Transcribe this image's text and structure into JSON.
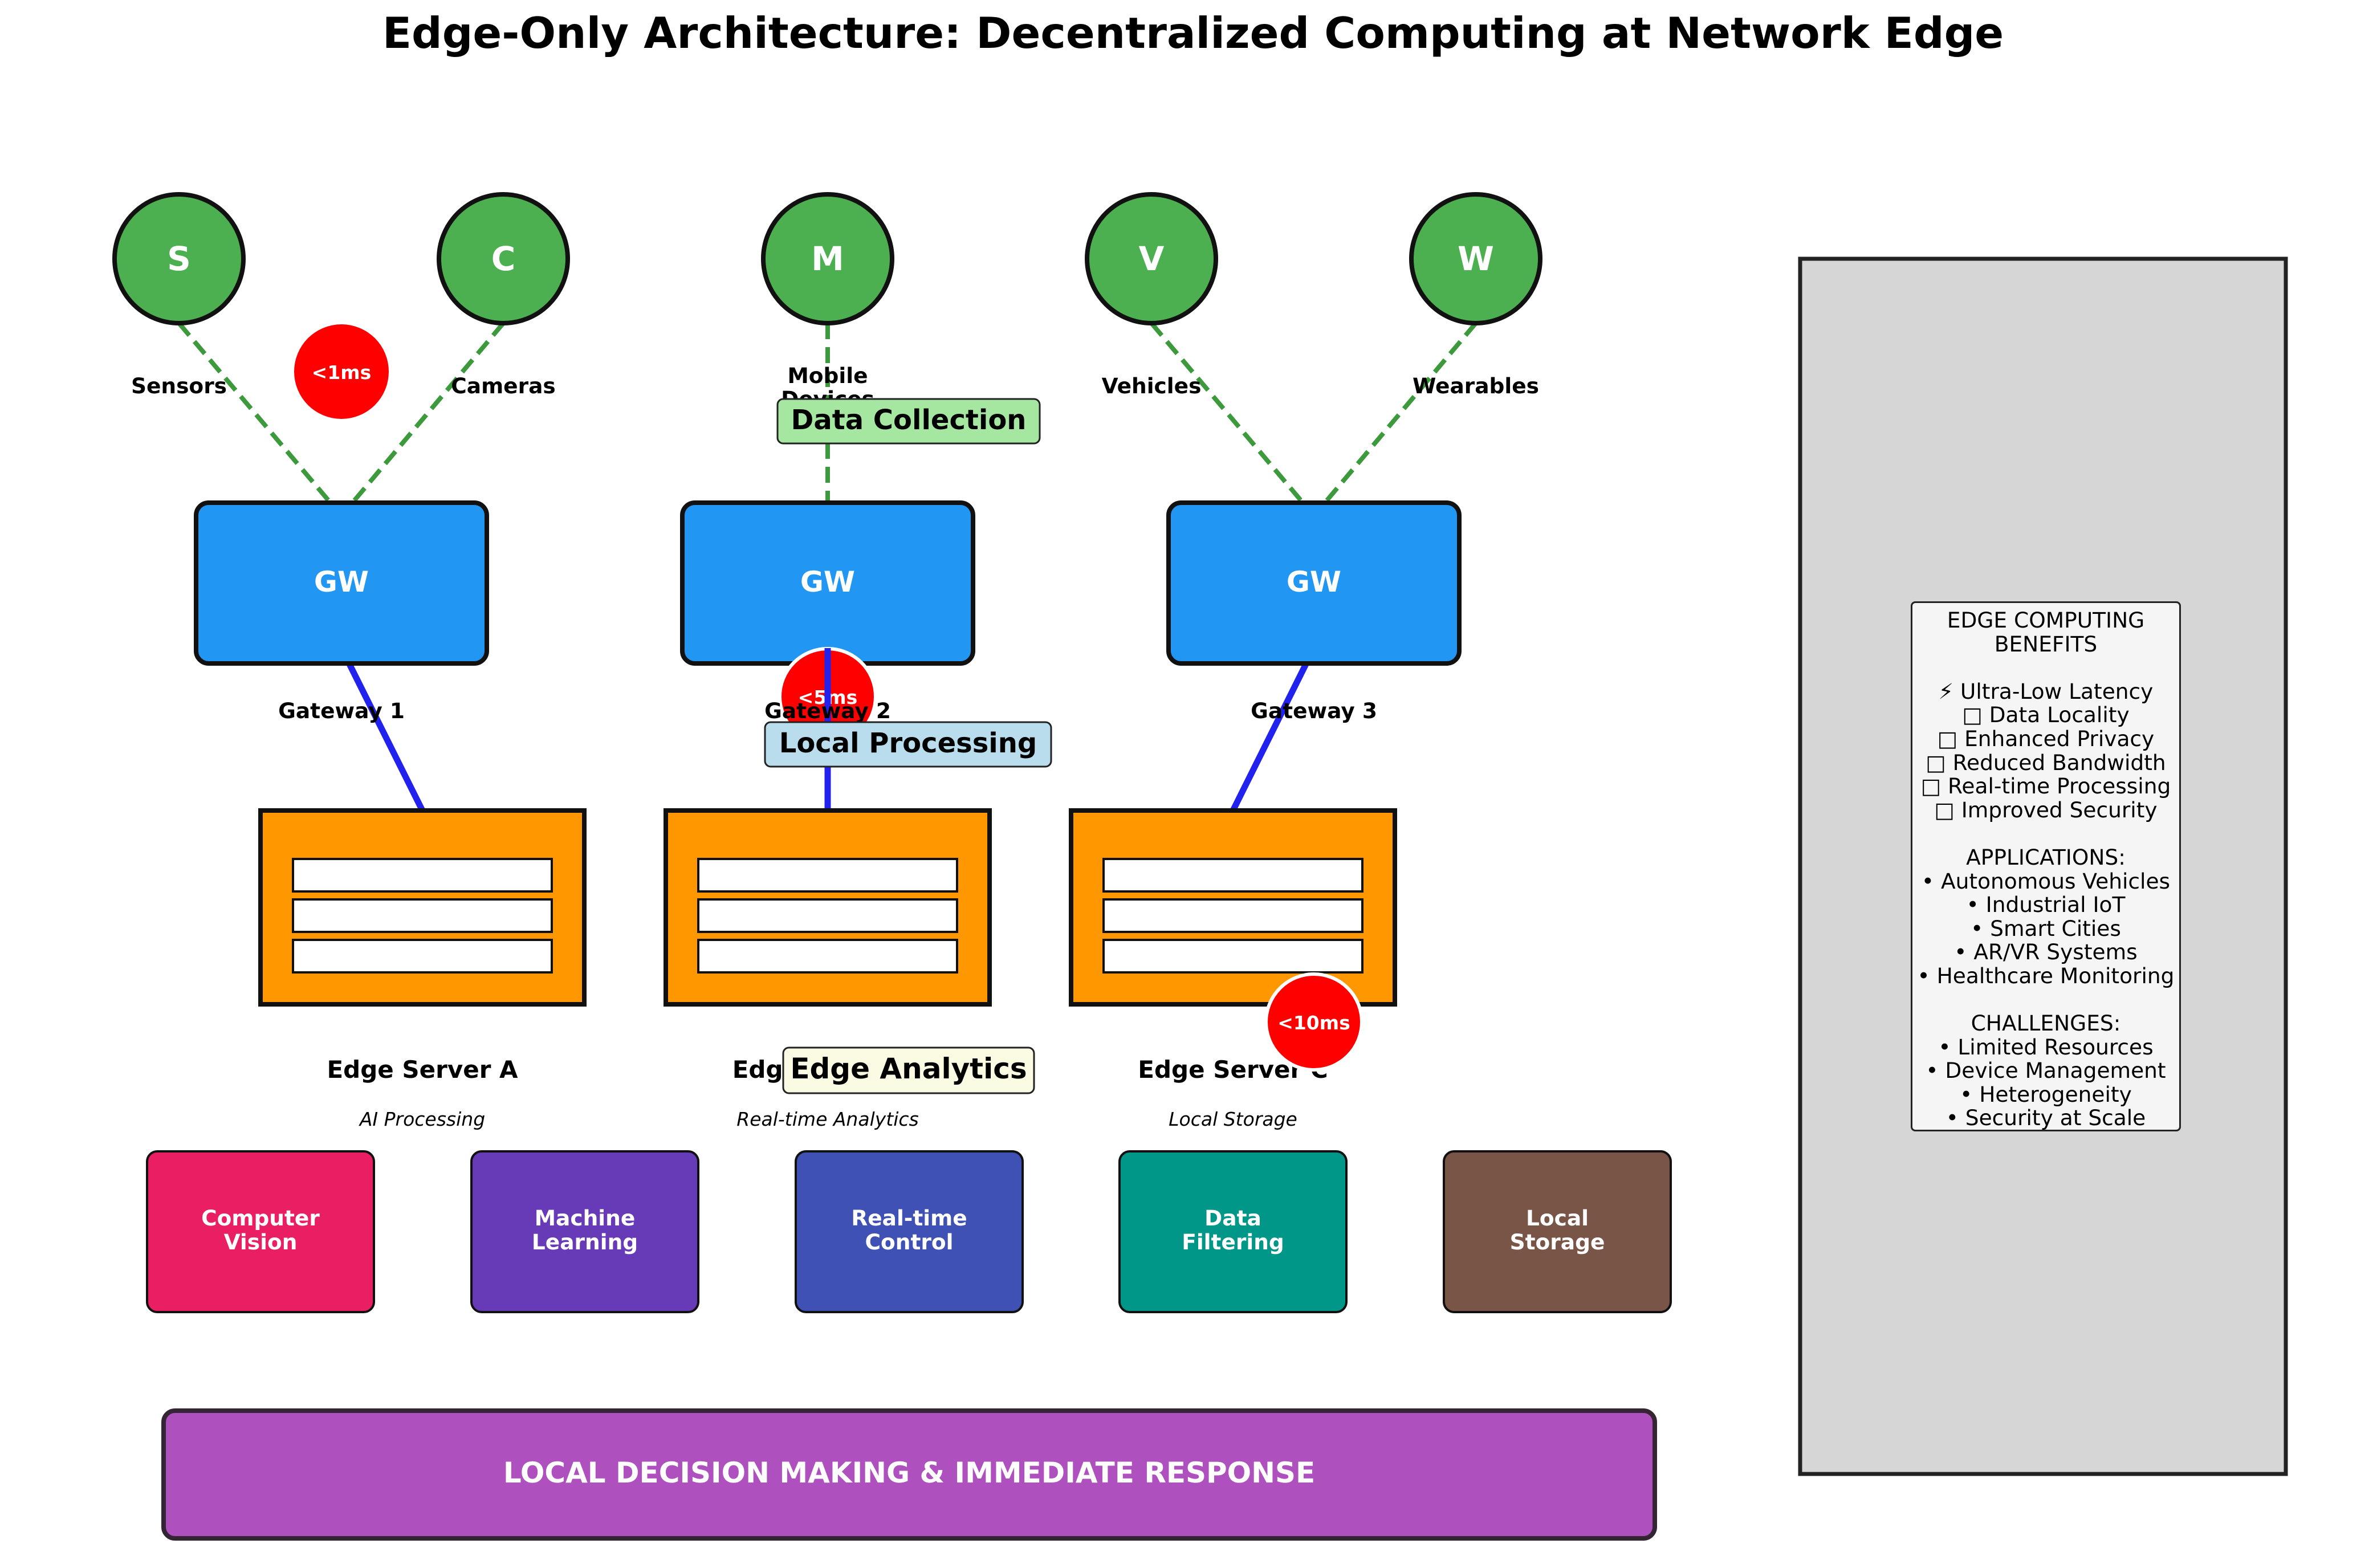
{
  "title": "Edge-Only Architecture: Decentralized Computing at Network Edge",
  "devices": [
    {
      "letter": "S",
      "label": "Sensors"
    },
    {
      "letter": "C",
      "label": "Cameras"
    },
    {
      "letter": "M",
      "label": "Mobile Devices",
      "label_lines": [
        "Mobile",
        "Devices"
      ]
    },
    {
      "letter": "V",
      "label": "Vehicles"
    },
    {
      "letter": "W",
      "label": "Wearables"
    }
  ],
  "gateways": [
    {
      "box_label": "GW",
      "label": "Gateway 1"
    },
    {
      "box_label": "GW",
      "label": "Gateway 2"
    },
    {
      "box_label": "GW",
      "label": "Gateway 3"
    }
  ],
  "servers": [
    {
      "name": "Edge Server A",
      "role": "AI Processing"
    },
    {
      "name": "Edge Server B",
      "role": "Real-time Analytics"
    },
    {
      "name": "Edge Server C",
      "role": "Local Storage"
    }
  ],
  "latency_badges": [
    "<1ms",
    "<5ms",
    "<10ms"
  ],
  "stage_labels": [
    "Data Collection",
    "Local Processing",
    "Edge Analytics"
  ],
  "applications": [
    {
      "label": "Computer Vision",
      "lines": [
        "Computer",
        "Vision"
      ],
      "color": "#E91E63"
    },
    {
      "label": "Machine Learning",
      "lines": [
        "Machine",
        "Learning"
      ],
      "color": "#673AB7"
    },
    {
      "label": "Real-time Control",
      "lines": [
        "Real-time",
        "Control"
      ],
      "color": "#3F51B5"
    },
    {
      "label": "Data Filtering",
      "lines": [
        "Data",
        "Filtering"
      ],
      "color": "#009688"
    },
    {
      "label": "Local Storage",
      "lines": [
        "Local",
        "Storage"
      ],
      "color": "#795548"
    }
  ],
  "decision_bar": "LOCAL DECISION MAKING & IMMEDIATE RESPONSE",
  "benefits_text": "EDGE COMPUTING\nBENEFITS\n\n⚡ Ultra-Low Latency\n□ Data Locality\n□ Enhanced Privacy\n□ Reduced Bandwidth\n□ Real-time Processing\n□ Improved Security\n\nAPPLICATIONS:\n• Autonomous Vehicles\n• Industrial IoT\n• Smart Cities\n• AR/VR Systems\n• Healthcare Monitoring\n\nCHALLENGES:\n• Limited Resources\n• Device Management\n• Heterogeneity\n• Security at Scale",
  "colors": {
    "device": "#4CAF50",
    "gateway": "#2196F3",
    "server": "#FF9800",
    "latency": "#FF0000",
    "decision": "#AB47BC",
    "device_link": "#3C9A3C",
    "gateway_link": "#2222EE",
    "panel_bg": "#D6D6D6"
  }
}
